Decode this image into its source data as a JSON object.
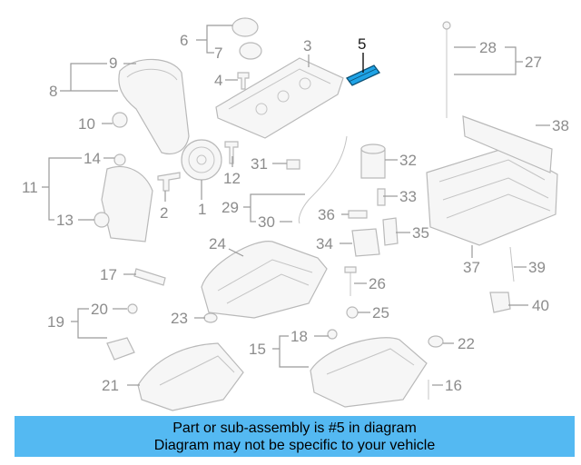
{
  "diagram": {
    "highlight_color": "#1fa3e6",
    "highlighted_part": "5",
    "callouts": [
      "1",
      "2",
      "3",
      "4",
      "5",
      "6",
      "7",
      "8",
      "9",
      "10",
      "11",
      "12",
      "13",
      "14",
      "15",
      "16",
      "17",
      "18",
      "19",
      "20",
      "21",
      "22",
      "23",
      "24",
      "25",
      "26",
      "27",
      "28",
      "29",
      "30",
      "31",
      "32",
      "33",
      "34",
      "35",
      "36",
      "37",
      "38",
      "39",
      "40"
    ]
  },
  "footer": {
    "background": "#54b9f2",
    "line1": "Part or sub-assembly is #5 in diagram",
    "line2": "Diagram may not be specific to your vehicle"
  }
}
